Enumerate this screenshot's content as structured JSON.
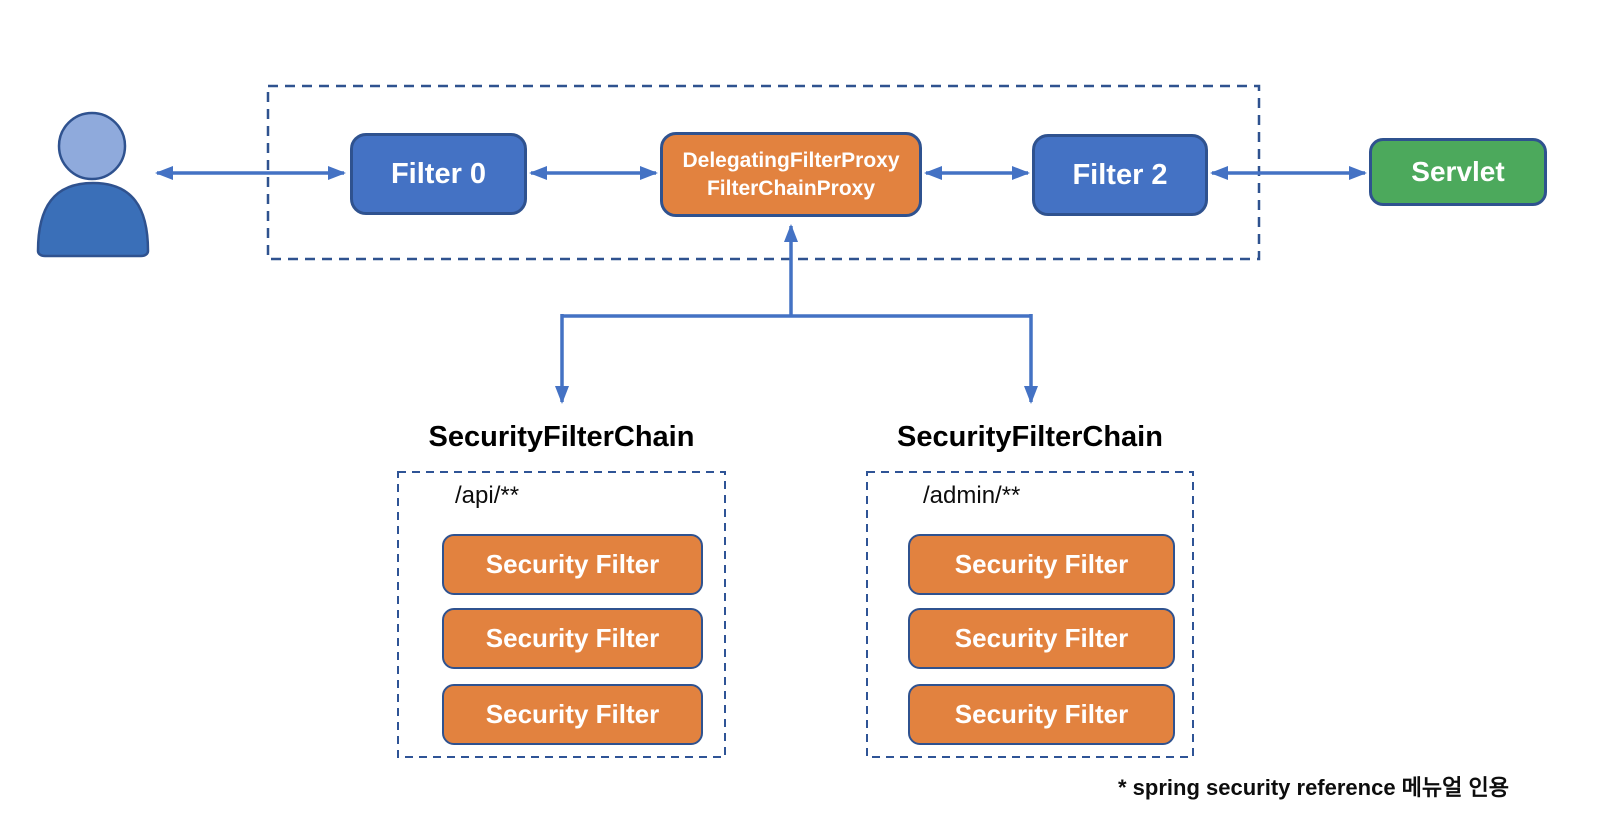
{
  "diagram": {
    "caption": "* spring security reference 메뉴얼 인용",
    "nodes": {
      "filter0": "Filter 0",
      "proxy_line1": "DelegatingFilterProxy",
      "proxy_line2": "FilterChainProxy",
      "filter2": "Filter 2",
      "servlet": "Servlet"
    },
    "chains": [
      {
        "title": "SecurityFilterChain",
        "pattern": "/api/**",
        "filters": [
          "Security Filter",
          "Security Filter",
          "Security Filter"
        ]
      },
      {
        "title": "SecurityFilterChain",
        "pattern": "/admin/**",
        "filters": [
          "Security Filter",
          "Security Filter",
          "Security Filter"
        ]
      }
    ],
    "icons": {
      "user": "user-icon"
    },
    "colors": {
      "node_blue": "#4472C4",
      "node_orange": "#E2823F",
      "node_green": "#4CA95C",
      "border_navy": "#2F528F",
      "arrow_blue": "#4472C4",
      "dashed_border": "#2F528F",
      "user_head": "#8FAADC",
      "user_body": "#3A6FB8",
      "text": "#0D0D0D",
      "background": "#FFFFFF"
    }
  }
}
